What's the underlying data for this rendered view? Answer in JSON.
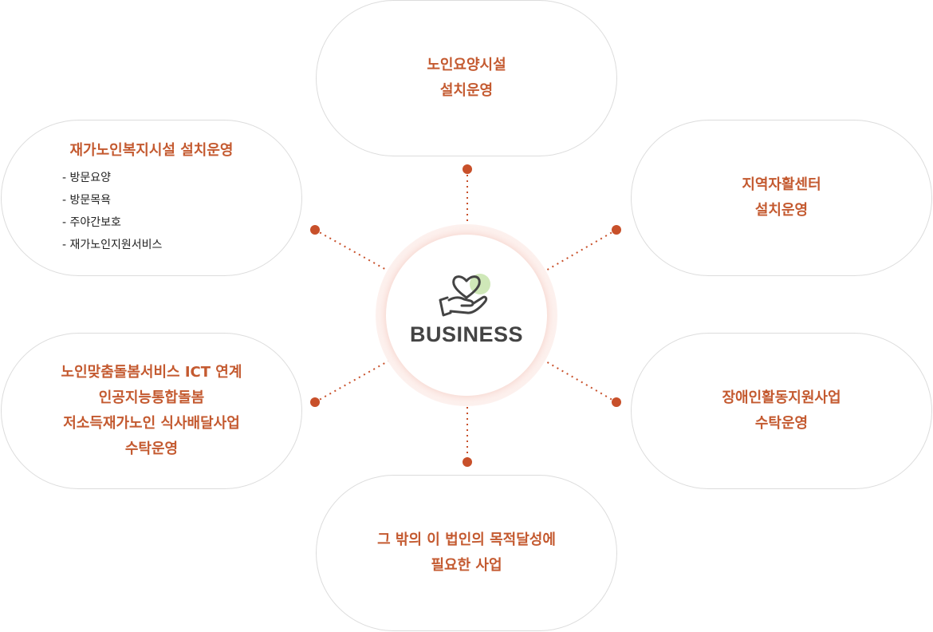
{
  "colors": {
    "accent": "#c45a30",
    "dot": "#c8502a",
    "border": "#dcdcdc",
    "center_glow": "#fdf1ee",
    "icon_leaf": "#cfe8b8",
    "label": "#444444"
  },
  "center": {
    "label": "BUSINESS",
    "icon": "heart-in-hand-icon"
  },
  "nodes": {
    "top": {
      "title": "노인요양시설\n설치운영"
    },
    "top_left": {
      "title": "재가노인복지시설 설치운영",
      "items": [
        "- 방문요양",
        "- 방문목욕",
        "- 주야간보호",
        "- 재가노인지원서비스"
      ]
    },
    "top_right": {
      "title": "지역자활센터\n설치운영"
    },
    "bottom_left": {
      "title": "노인맞춤돌봄서비스 ICT 연계\n인공지능통합돌봄\n저소득재가노인 식사배달사업\n수탁운영"
    },
    "bottom_right": {
      "title": "장애인활동지원사업\n수탁운영"
    },
    "bottom": {
      "title": "그 밖의 이 법인의 목적달성에\n필요한 사업"
    }
  }
}
